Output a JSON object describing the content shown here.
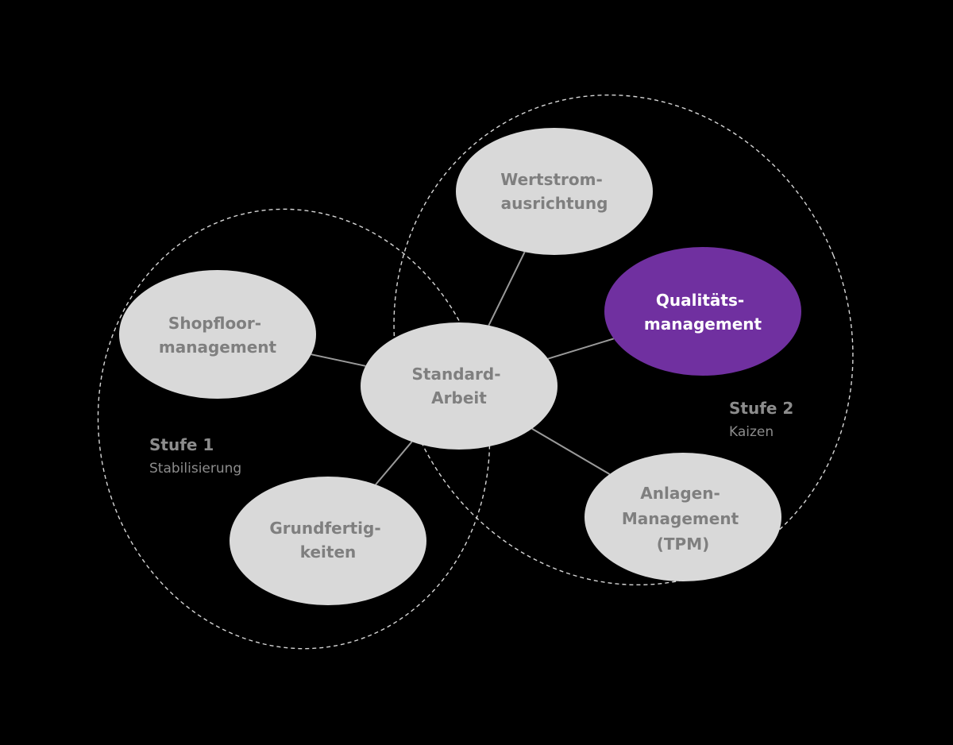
{
  "colors": {
    "background": "#000000",
    "node_fill": "#d9d9d9",
    "node_text": "#7f7f7f",
    "highlight_fill": "#7030a0",
    "highlight_text": "#ffffff",
    "connector": "#9a9a9a",
    "region_outline": "#d6d6d6"
  },
  "stages": [
    {
      "title": "Stufe 1",
      "subtitle": "Stabilisierung"
    },
    {
      "title": "Stufe 2",
      "subtitle": "Kaizen"
    }
  ],
  "nodes": [
    {
      "id": "standard-arbeit",
      "lines": [
        "Standard-",
        "Arbeit"
      ],
      "highlighted": false
    },
    {
      "id": "wertstromausrichtung",
      "lines": [
        "Wertstrom-",
        "ausrichtung"
      ],
      "highlighted": false
    },
    {
      "id": "qualitaetsmanagement",
      "lines": [
        "Qualitäts-",
        "management"
      ],
      "highlighted": true
    },
    {
      "id": "anlagen-management",
      "lines": [
        "Anlagen-",
        "Management",
        "(TPM)"
      ],
      "highlighted": false
    },
    {
      "id": "grundfertigkeiten",
      "lines": [
        "Grundfertig-",
        "keiten"
      ],
      "highlighted": false
    },
    {
      "id": "shopfloormanagement",
      "lines": [
        "Shopfloor-",
        "management"
      ],
      "highlighted": false
    }
  ],
  "connections": [
    {
      "from": "standard-arbeit",
      "to": "wertstromausrichtung"
    },
    {
      "from": "standard-arbeit",
      "to": "qualitaetsmanagement"
    },
    {
      "from": "standard-arbeit",
      "to": "anlagen-management"
    },
    {
      "from": "standard-arbeit",
      "to": "grundfertigkeiten"
    },
    {
      "from": "standard-arbeit",
      "to": "shopfloormanagement"
    }
  ]
}
